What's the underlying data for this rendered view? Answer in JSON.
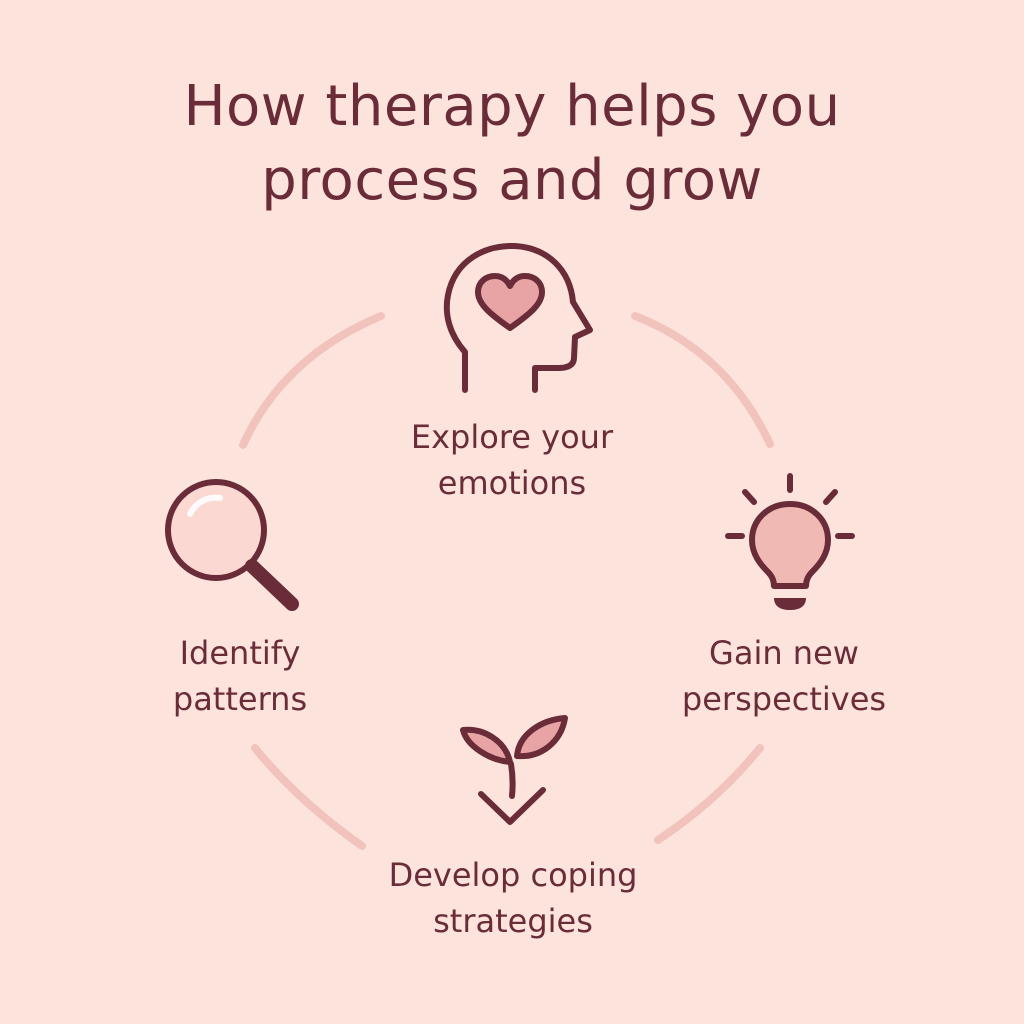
{
  "title": {
    "line1": "How therapy helps you",
    "line2": "process and grow"
  },
  "colors": {
    "background": "#fce4dc",
    "text": "#6b2c3a",
    "accent": "#e8a4a4",
    "arc": "#f2c3bd"
  },
  "steps": [
    {
      "icon": "head-heart-icon",
      "line1": "Explore your",
      "line2": "emotions"
    },
    {
      "icon": "lightbulb-icon",
      "line1": "Gain new",
      "line2": "perspectives"
    },
    {
      "icon": "sprout-icon",
      "line1": "Develop coping",
      "line2": "strategies"
    },
    {
      "icon": "magnifying-glass-icon",
      "line1": "Identify",
      "line2": "patterns"
    }
  ]
}
